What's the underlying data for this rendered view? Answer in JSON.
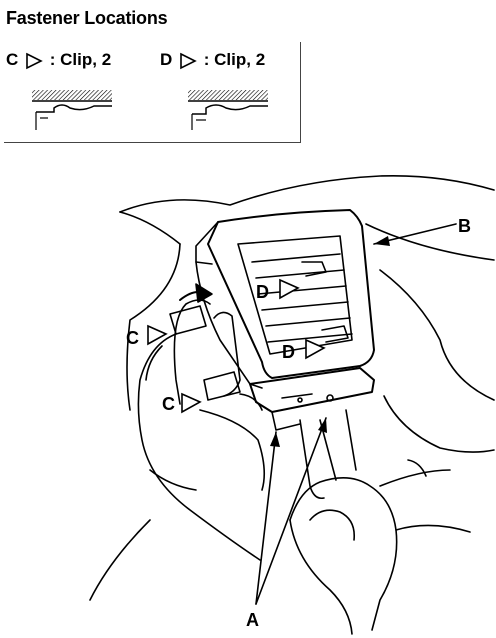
{
  "title": "Fastener Locations",
  "legend": [
    {
      "letter": "C",
      "text": ": Clip, 2"
    },
    {
      "letter": "D",
      "text": ": Clip, 2"
    }
  ],
  "callouts": {
    "a": "A",
    "b": "B",
    "c": "C",
    "d": "D"
  }
}
